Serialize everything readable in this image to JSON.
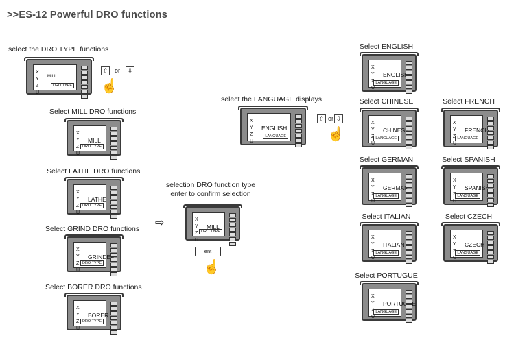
{
  "page": {
    "title": ">>ES-12 Powerful DRO functions"
  },
  "axes": [
    "X",
    "Y",
    "Z",
    "U"
  ],
  "icons": {
    "up_arrow": "up-arrow-icon",
    "down_arrow": "down-arrow-icon",
    "hand": "pointing-hand-icon",
    "flow": "right-outline-arrow-icon"
  },
  "dro_type": {
    "caption": "select the DRO TYPE functions",
    "display": {
      "func": "MILL",
      "tag": "DRO TYPE"
    },
    "or_label": "or",
    "options": [
      {
        "caption": "Select MILL DRO functions",
        "func": "MILL",
        "tag": "DRO TYPE"
      },
      {
        "caption": "Select LATHE DRO functions",
        "func": "LATHE",
        "tag": "DRO TYPE"
      },
      {
        "caption": "Select GRIND DRO functions",
        "func": "GRINDER",
        "tag": "DRO TYPE"
      },
      {
        "caption": "Select BORER DRO functions",
        "func": "BORER",
        "tag": "DRO TYPE"
      }
    ]
  },
  "confirm": {
    "caption_line1": "selection DRO function type",
    "caption_line2": "enter to confirm selection",
    "display": {
      "func": "MILL",
      "tag": "DRO TYPE"
    },
    "ent_label": "ent"
  },
  "language": {
    "caption": "select the LANGUAGE displays",
    "display": {
      "func": "ENGLISH",
      "tag": "LANGUAGE"
    },
    "or_label": "or",
    "options": [
      {
        "caption": "Select ENGLISH",
        "func": "ENGLISH",
        "tag": "LANGUAGE"
      },
      {
        "caption": "Select CHINESE",
        "func": "CHINESE",
        "tag": "LANGUAGE"
      },
      {
        "caption": "Select FRENCH",
        "func": "FRENCH",
        "tag": "LANGUAGE"
      },
      {
        "caption": "Select GERMAN",
        "func": "GERMAN",
        "tag": "LANGUAGE"
      },
      {
        "caption": "Select SPANISH",
        "func": "SPANISH",
        "tag": "LANGUAGE"
      },
      {
        "caption": "Select ITALIAN",
        "func": "ITALIAN",
        "tag": "LANGUAGE"
      },
      {
        "caption": "Select CZECH",
        "func": "CZECH",
        "tag": "LANGUAGE"
      },
      {
        "caption": "Select PORTUGUE",
        "func": "PORTUGUE",
        "tag": "LANGUAGE"
      }
    ]
  }
}
